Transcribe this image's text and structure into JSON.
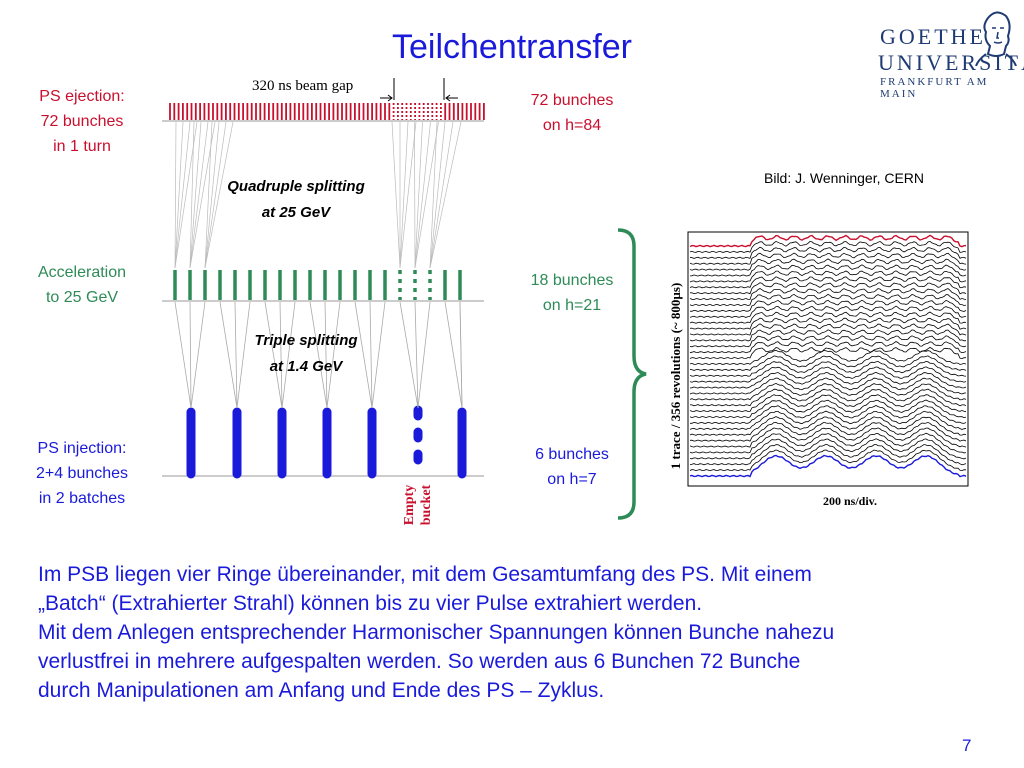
{
  "title": "Teilchentransfer",
  "logo": {
    "line1": "GOETHE",
    "line2": "UNIVERSITÄT",
    "line3": "FRANKFURT AM MAIN",
    "color": "#1f3b73"
  },
  "credit": "Bild: J. Wenninger, CERN",
  "diagram": {
    "gap_label": "320 ns beam gap",
    "left_labels": {
      "ejection": [
        "PS ejection:",
        "72 bunches",
        "in 1 turn"
      ],
      "acceleration": [
        "Acceleration",
        "to 25 GeV"
      ],
      "injection": [
        "PS injection:",
        "2+4 bunches",
        "in 2 batches"
      ]
    },
    "right_labels": {
      "h84": [
        "72 bunches",
        "on h=84"
      ],
      "h21": [
        "18 bunches",
        "on h=21"
      ],
      "h7": [
        "6 bunches",
        "on h=7"
      ]
    },
    "splitting": {
      "quadruple": [
        "Quadruple splitting",
        "at 25 GeV"
      ],
      "triple": [
        "Triple splitting",
        "at 1.4 GeV"
      ]
    },
    "empty_bucket": [
      "Empty",
      "bucket"
    ],
    "colors": {
      "red": "#c8102e",
      "green": "#2e8b57",
      "blue": "#1a1adb"
    }
  },
  "plot": {
    "ylabel": "1 trace / 356 revolutions (~ 800µs)",
    "xlabel": "200 ns/div.",
    "traces": 40,
    "highlight_top": "#c8102e",
    "highlight_bottom": "#1a1adb"
  },
  "paragraph": "Im PSB liegen vier Ringe übereinander, mit dem Gesamtumfang des PS. Mit einem\n„Batch“ (Extrahierter Strahl) können bis zu vier Pulse extrahiert werden.\nMit dem Anlegen entsprechender Harmonischer Spannungen können Bunche nahezu\n verlustfrei in mehrere aufgespalten werden. So werden aus 6 Bunchen 72 Bunche\ndurch Manipulationen am Anfang und Ende des PS – Zyklus.",
  "page_number": "7"
}
